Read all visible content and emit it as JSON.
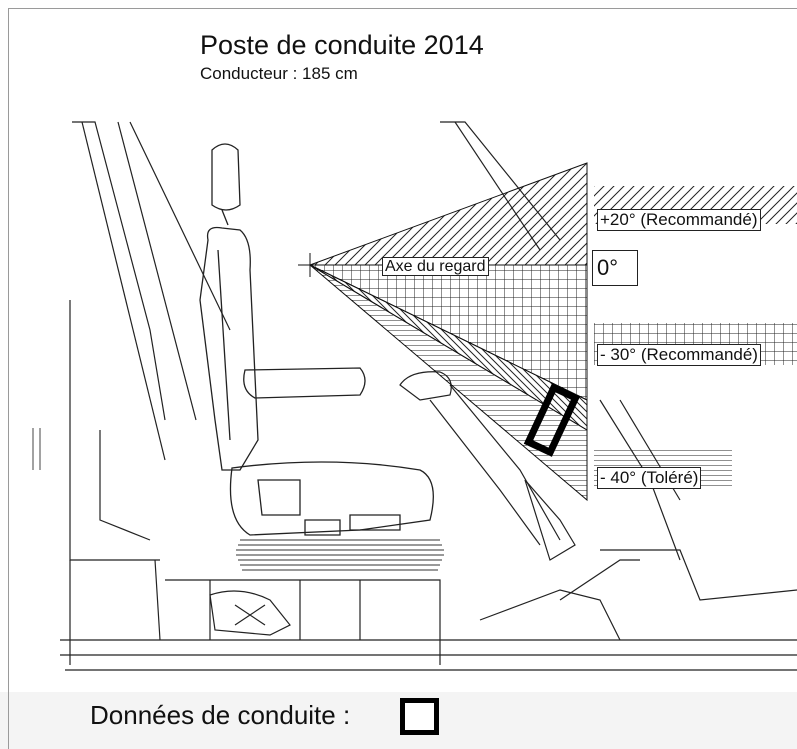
{
  "title": "Poste de conduite 2014",
  "subtitle": "Conducteur : 185 cm",
  "gaze_axis_label": "Axe du regard",
  "zero_label": "0°",
  "zones": [
    {
      "label": "+20° (Recommandé)",
      "pattern": "diagonal-hatch"
    },
    {
      "label": "- 30° (Recommandé)",
      "pattern": "grid"
    },
    {
      "label": "- 40° (Toléré)",
      "pattern": "horizontal-lines"
    }
  ],
  "footer_label": "Données de conduite :",
  "colors": {
    "line": "#111111",
    "hatch": "#222222",
    "frame": "#9a9a9a"
  }
}
